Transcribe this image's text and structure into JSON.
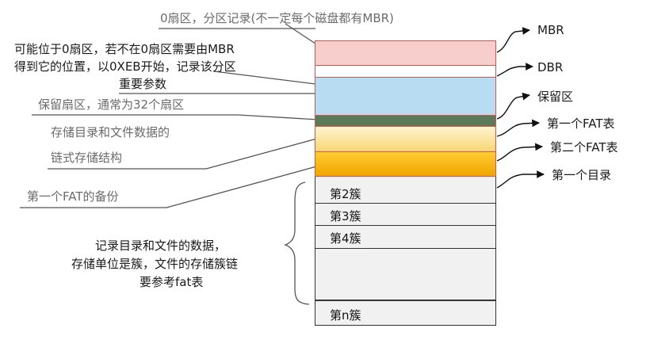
{
  "diagram": {
    "left_notes": {
      "sector0": "0扇区，分区记录(不一定每个磁盘都有MBR)",
      "dbr_line1": "可能位于0扇区，若不在0扇区需要由MBR",
      "dbr_line2": "得到它的位置，以0XEB开始，记录该分区",
      "dbr_line3": "重要参数",
      "reserved": "保留扇区，通常为32个扇区",
      "fat_line1": "存储目录和文件数据的",
      "fat_line2": "链式存储结构",
      "fat_backup": "第一个FAT的备份",
      "data_line1": "记录目录和文件的数据，",
      "data_line2": "存储单位是簇，文件的存储簇链",
      "data_line3": "要参考fat表"
    },
    "right_labels": {
      "mbr": "MBR",
      "dbr": "DBR",
      "reserved": "保留区",
      "fat1": "第一个FAT表",
      "fat2": "第二个FAT表",
      "root_dir": "第一个目录"
    },
    "clusters": {
      "c2": "第2簇",
      "c3": "第3簇",
      "c4": "第4簇",
      "cn": "第n簇"
    },
    "colors": {
      "mbr_fill": "#f8cecc",
      "block_border": "#d9534f",
      "dbr_fill": "#b8dcf2",
      "reserved_fill": "#5a7a5a",
      "fat1_fill": "#fbe6a0",
      "fat2_fill": "#f5b301",
      "data_fill": "#f1f1f1",
      "line": "#555555"
    }
  }
}
